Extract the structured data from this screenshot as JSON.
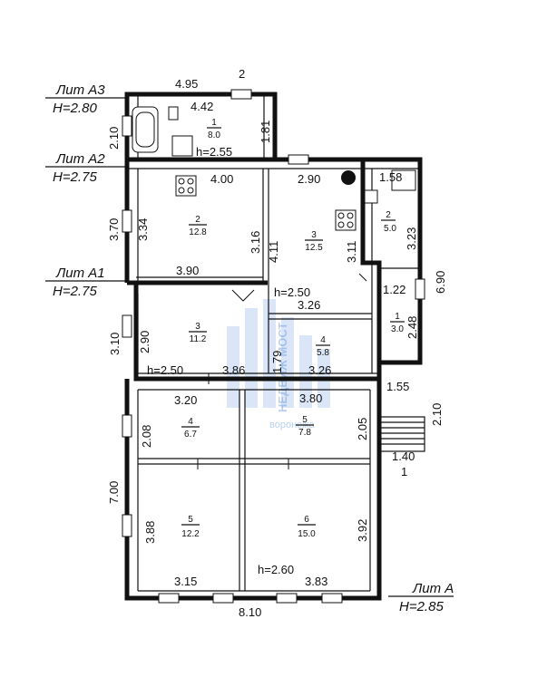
{
  "levels": {
    "a3": {
      "label": "Лит А3",
      "height": "H=2.80"
    },
    "a2": {
      "label": "Лит А2",
      "height": "H=2.75"
    },
    "a1": {
      "label": "Лит А1",
      "height": "H=2.75"
    },
    "a": {
      "label": "Лит А",
      "height": "H=2.85"
    }
  },
  "rooms": [
    {
      "num": "1",
      "area": "8.0"
    },
    {
      "num": "2",
      "area": "12.8"
    },
    {
      "num": "3",
      "area": "12.5"
    },
    {
      "num": "2",
      "area": "5.0"
    },
    {
      "num": "1",
      "area": "3.0"
    },
    {
      "num": "3",
      "area": "11.2"
    },
    {
      "num": "4",
      "area": "5.8"
    },
    {
      "num": "4",
      "area": "6.7"
    },
    {
      "num": "5",
      "area": "7.8"
    },
    {
      "num": "5",
      "area": "12.2"
    },
    {
      "num": "6",
      "area": "15.0"
    }
  ],
  "dims": {
    "d495": "4.95",
    "d2top": "2",
    "d442": "4.42",
    "d210l": "2.10",
    "d181": "1.81",
    "h255": "h=2.55",
    "d400": "4.00",
    "d290": "2.90",
    "d158": "1.58",
    "d370": "3.70",
    "d334": "3.34",
    "d316": "3.16",
    "d411": "4.11",
    "d311": "3.11",
    "d323": "3.23",
    "d690": "6.90",
    "d390": "3.90",
    "h250a": "h=2.50",
    "d326a": "3.26",
    "d122": "1.22",
    "d248": "2.48",
    "d310": "3.10",
    "d290b": "2.90",
    "d179": "1.79",
    "h250b": "h=2.50",
    "d386": "3.86",
    "d326b": "3.26",
    "d155": "1.55",
    "d320": "3.20",
    "d380": "3.80",
    "d205": "2.05",
    "d210r": "2.10",
    "d208": "2.08",
    "d140": "1.40",
    "d1": "1",
    "d700": "7.00",
    "d388": "3.88",
    "d392": "3.92",
    "d315": "3.15",
    "h260": "h=2.60",
    "d383": "3.83",
    "d810": "8.10"
  },
  "watermark": {
    "brand": "НЕДВИЖ МОСТ",
    "sub": "воронежа"
  }
}
